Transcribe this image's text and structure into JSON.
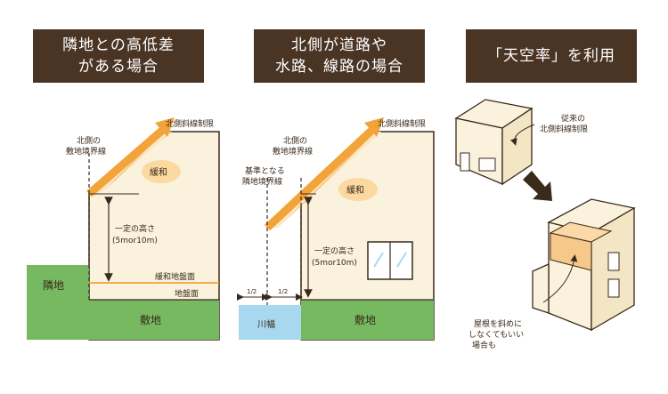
{
  "panels": [
    {
      "title_line1": "隣地との高低差",
      "title_line2": "がある場合",
      "limit_label": "北側斜線制限",
      "boundary_label_1": "北側の",
      "boundary_label_2": "敷地境界線",
      "relief_label": "緩和",
      "height_label_1": "一定の高さ",
      "height_label_2": "(5mor10m)",
      "relaxed_ground_label": "緩和地盤面",
      "ground_label": "地盤面",
      "neighbor_label": "隣地",
      "site_label": "敷地"
    },
    {
      "title_line1": "北側が道路や",
      "title_line2": "水路、線路の場合",
      "limit_label": "北側斜線制限",
      "boundary_label_1": "北側の",
      "boundary_label_2": "敷地境界線",
      "base_label_1": "基準となる",
      "base_label_2": "隣地境界線",
      "relief_label": "緩和",
      "height_label_1": "一定の高さ",
      "height_label_2": "(5mor10m)",
      "half_left": "1/2",
      "half_right": "1/2",
      "river_label": "川幅",
      "site_label": "敷地"
    },
    {
      "title": "「天空率」を利用",
      "conventional_label_1": "従来の",
      "conventional_label_2": "北側斜線制限",
      "roof_note_1": "屋根を斜めに",
      "roof_note_2": "しなくてもいい",
      "roof_note_3": "場合も"
    }
  ],
  "colors": {
    "banner": "#4a3424",
    "building": "#faf2dc",
    "orange": "#f2a33a",
    "green": "#76b960",
    "water": "#a8d8ef",
    "hatch": "#f8d49a"
  }
}
